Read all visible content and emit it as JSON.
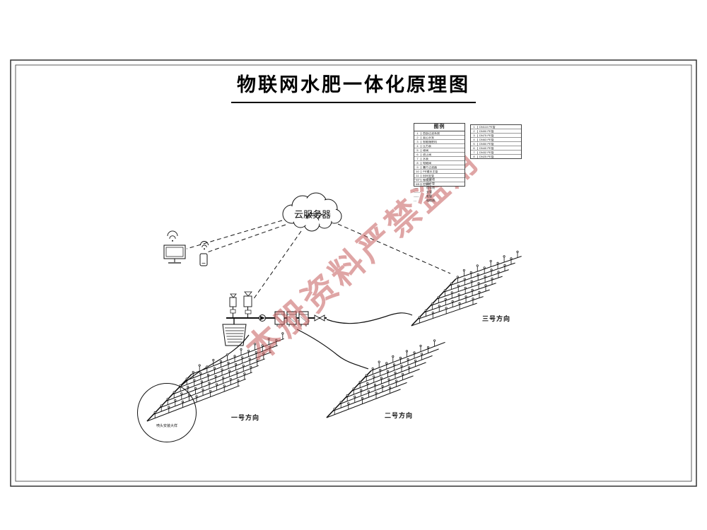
{
  "page": {
    "title": "物联网水肥一体化原理图"
  },
  "watermark": {
    "text": "本册资料严禁盗用"
  },
  "cloud": {
    "label": "云服务器"
  },
  "legend": {
    "title": "图例",
    "left_rows": [
      {
        "no": "1",
        "name": "首部过滤系统"
      },
      {
        "no": "2",
        "name": "离心水泵"
      },
      {
        "no": "3",
        "name": "智能施肥机"
      },
      {
        "no": "4",
        "name": "压力表"
      },
      {
        "no": "5",
        "name": "球阀"
      },
      {
        "no": "6",
        "name": "逆止阀"
      },
      {
        "no": "7",
        "name": "水表"
      },
      {
        "no": "8",
        "name": "电磁阀"
      },
      {
        "no": "9",
        "name": "叠片过滤器"
      },
      {
        "no": "10",
        "name": "PE输水主管"
      },
      {
        "no": "11",
        "name": "田间支管"
      },
      {
        "no": "12",
        "name": "微喷头"
      },
      {
        "no": "13",
        "name": "控制柜"
      }
    ],
    "note_rows": [
      {
        "sym": "────",
        "name": "主管道"
      },
      {
        "sym": "— — —",
        "name": "分干管"
      },
      {
        "sym": "- - - -",
        "name": "信号线"
      },
      {
        "sym": "·—·—·",
        "name": "支管"
      },
      {
        "sym": "——",
        "name": "毛管"
      },
      {
        "sym": "- - -",
        "name": "电缆线"
      }
    ],
    "right_rows": [
      {
        "no": "1",
        "name": "DN110 PE管"
      },
      {
        "no": "2",
        "name": "DN90 PE管"
      },
      {
        "no": "3",
        "name": "DN75 PE管"
      },
      {
        "no": "4",
        "name": "DN63 PE管"
      },
      {
        "no": "5",
        "name": "DN50 PE管"
      },
      {
        "no": "6",
        "name": "DN40 PE管"
      },
      {
        "no": "7",
        "name": "DN32 PE管"
      },
      {
        "no": "8",
        "name": "DN25 PE管"
      }
    ]
  },
  "fields": [
    {
      "label": "一号方向"
    },
    {
      "label": "二号方向"
    },
    {
      "label": "三号方向"
    }
  ],
  "detail": {
    "label": "喷头安装大样"
  }
}
